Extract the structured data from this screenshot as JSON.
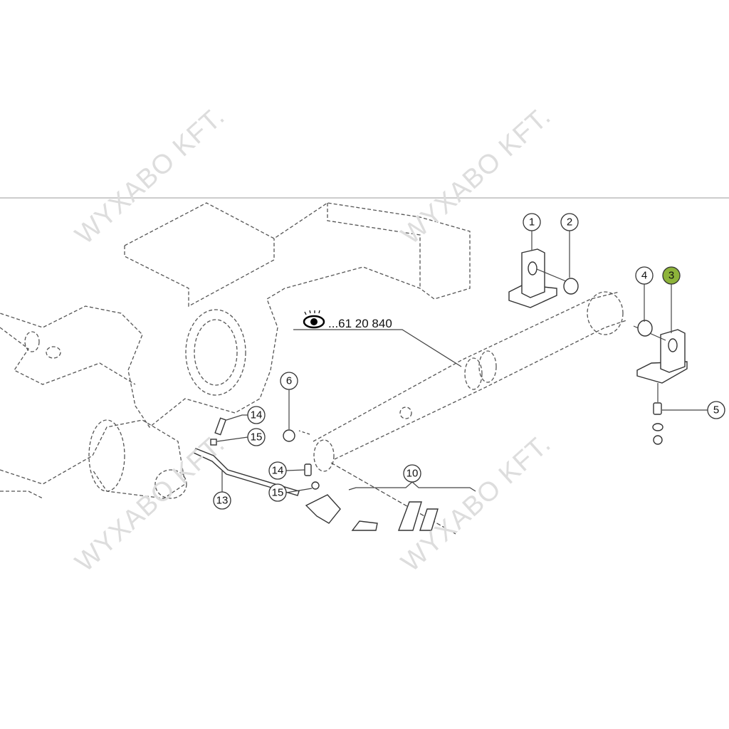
{
  "diagram": {
    "reference_label": "...61 20 840",
    "reference_icon": "eye-icon",
    "highlight_color": "#8db33a",
    "callouts": [
      "1",
      "2",
      "3",
      "4",
      "5",
      "6",
      "10",
      "13",
      "14",
      "15",
      "14",
      "15"
    ],
    "watermark": "WYXABO KFT."
  }
}
